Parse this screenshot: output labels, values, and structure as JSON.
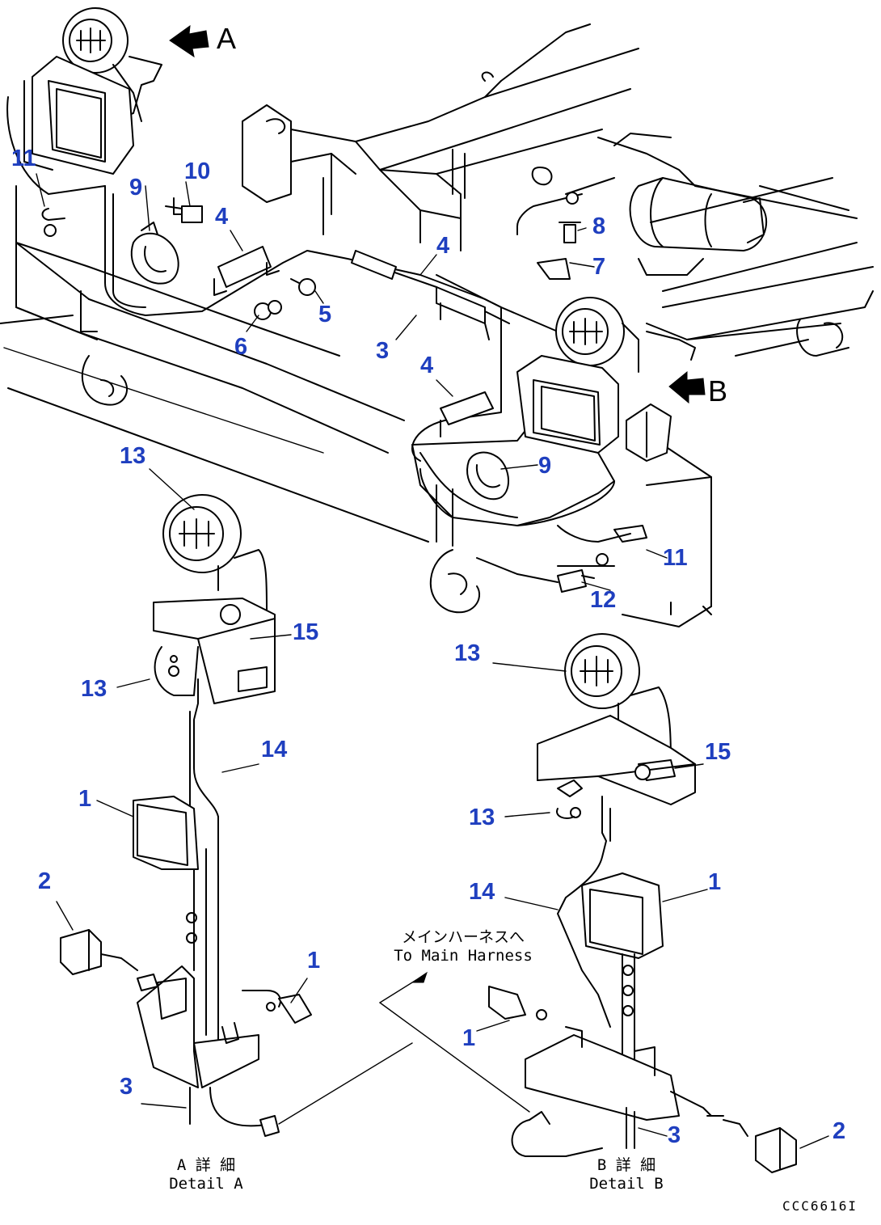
{
  "colors": {
    "callout": "#1f3fbf",
    "line": "#000000",
    "background": "#ffffff"
  },
  "views": {
    "a": "A",
    "b": "B"
  },
  "harness_note": {
    "jp": "メインハーネスへ",
    "en": "To Main Harness"
  },
  "detail_a": {
    "jp": "A 詳 細",
    "en": "Detail A"
  },
  "detail_b": {
    "jp": "B 詳 細",
    "en": "Detail B"
  },
  "drawing_code": "CCC6616I",
  "callouts": [
    "11",
    "10",
    "9",
    "4",
    "8",
    "7",
    "4",
    "5",
    "6",
    "3",
    "4",
    "9",
    "11",
    "12",
    "13",
    "15",
    "13",
    "14",
    "1",
    "2",
    "1",
    "3",
    "13",
    "15",
    "13",
    "14",
    "1",
    "1",
    "2",
    "3"
  ]
}
